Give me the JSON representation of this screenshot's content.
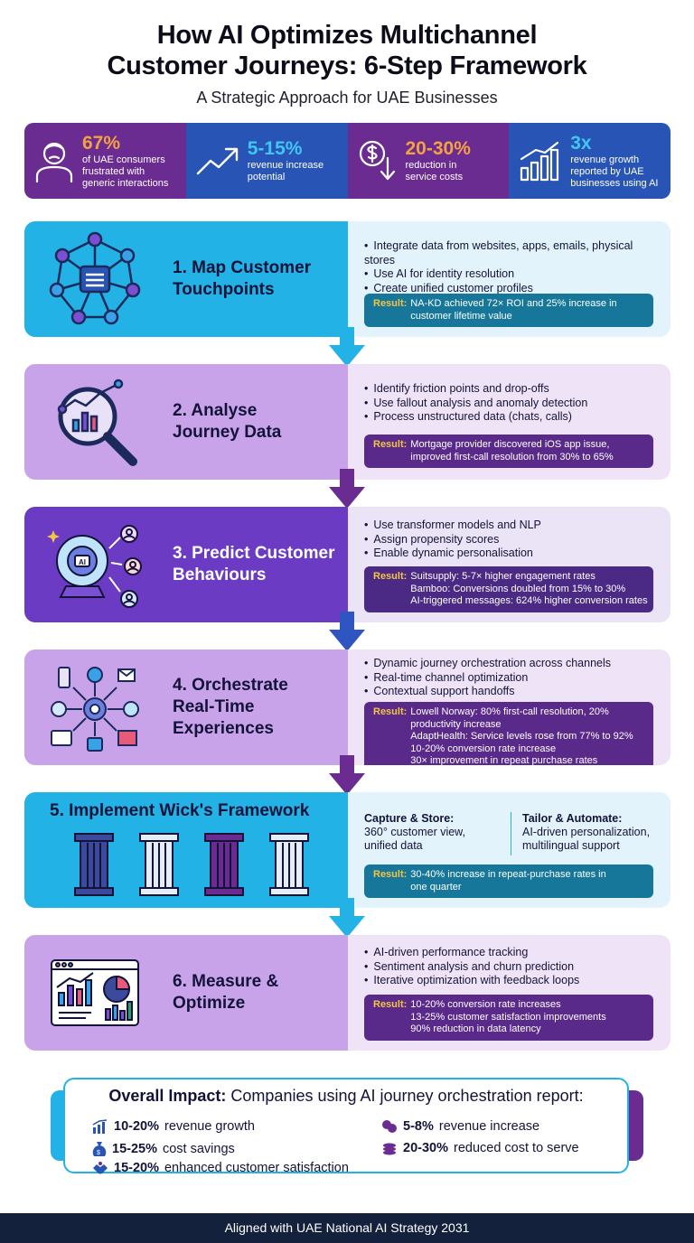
{
  "header": {
    "title_line1": "How AI Optimizes Multichannel",
    "title_line2": "Customer Journeys: 6-Step Framework",
    "subtitle": "A Strategic Approach for UAE Businesses"
  },
  "stats": [
    {
      "value": "67%",
      "line1": "of UAE consumers",
      "line2": "frustrated with",
      "line3": "generic interactions",
      "icon": "frustrated-person-icon"
    },
    {
      "value": "5-15%",
      "line1": "revenue increase",
      "line2": "potential",
      "line3": "",
      "icon": "trend-up-icon"
    },
    {
      "value": "20-30%",
      "line1": "reduction in",
      "line2": "service costs",
      "line3": "",
      "icon": "dollar-down-icon"
    },
    {
      "value": "3x",
      "line1": "revenue growth",
      "line2": "reported by UAE",
      "line3": "businesses using AI",
      "icon": "bar-growth-icon"
    }
  ],
  "steps": [
    {
      "title_line1": "1. Map Customer",
      "title_line2": "Touchpoints",
      "title_line3": "",
      "bullets": [
        "Integrate data from websites, apps, emails, physical stores",
        "Use AI for identity resolution",
        "Create unified customer profiles"
      ],
      "result_label": "Result:",
      "result_lines": [
        "NA-KD achieved 72× ROI and 25% increase in",
        "customer lifetime value"
      ]
    },
    {
      "title_line1": "2. Analyse",
      "title_line2": "Journey Data",
      "title_line3": "",
      "bullets": [
        "Identify friction points and drop-offs",
        "Use fallout analysis and anomaly detection",
        "Process unstructured data (chats, calls)"
      ],
      "result_label": "Result:",
      "result_lines": [
        "Mortgage provider discovered iOS app issue,",
        "improved first-call resolution from 30% to 65%"
      ]
    },
    {
      "title_line1": "3. Predict Customer",
      "title_line2": "Behaviours",
      "title_line3": "",
      "bullets": [
        "Use transformer models and NLP",
        "Assign propensity scores",
        "Enable dynamic personalisation"
      ],
      "result_label": "Result:",
      "result_lines": [
        "Suitsupply: 5-7× higher engagement rates",
        "Bamboo: Conversions doubled from 15% to 30%",
        "AI-triggered messages: 624% higher conversion rates"
      ]
    },
    {
      "title_line1": "4. Orchestrate",
      "title_line2": "Real-Time",
      "title_line3": "Experiences",
      "bullets": [
        "Dynamic journey orchestration across channels",
        "Real-time channel optimization",
        "Contextual support handoffs"
      ],
      "result_label": "Result:",
      "result_lines": [
        "Lowell Norway: 80% first-call resolution, 20%",
        "productivity increase",
        "AdaptHealth: Service levels rose from 77% to 92%",
        "10-20% conversion rate increase",
        "30× improvement in repeat purchase rates"
      ]
    },
    {
      "title_line1": "5. Implement Wick's Framework",
      "col1_title": "Capture & Store:",
      "col1_line1": "360° customer view,",
      "col1_line2": "unified data",
      "col2_title": "Tailor & Automate:",
      "col2_line1": "AI-driven personalization,",
      "col2_line2": "multilingual support",
      "result_label": "Result:",
      "result_lines": [
        "30-40% increase in repeat-purchase rates in",
        "one quarter"
      ]
    },
    {
      "title_line1": "6. Measure &",
      "title_line2": "Optimize",
      "title_line3": "",
      "bullets": [
        "AI-driven performance tracking",
        "Sentiment analysis and churn prediction",
        "Iterative optimization with feedback loops"
      ],
      "result_label": "Result:",
      "result_lines": [
        "10-20% conversion rate increases",
        "13-25% customer satisfaction improvements",
        "90% reduction in data latency"
      ]
    }
  ],
  "impact": {
    "title_bold": "Overall Impact:",
    "title_rest": "Companies using AI journey orchestration report:",
    "items": [
      {
        "bold": "10-20%",
        "text": "revenue growth",
        "icon": "chart-icon"
      },
      {
        "bold": "15-25%",
        "text": "cost savings",
        "icon": "money-bag-icon"
      },
      {
        "bold": "15-20%",
        "text": "enhanced customer satisfaction",
        "icon": "handshake-icon"
      },
      {
        "bold": "5-8%",
        "text": "revenue increase",
        "icon": "coins-icon"
      },
      {
        "bold": "20-30%",
        "text": "reduced cost to serve",
        "icon": "coin-stack-icon"
      }
    ]
  },
  "footer": "Aligned with UAE National AI Strategy 2031",
  "colors": {
    "cyan": "#23b2e6",
    "purple": "#6b2c91",
    "blue": "#2754b5",
    "lavender": "#c9a3ea",
    "gold": "#f5c542"
  }
}
